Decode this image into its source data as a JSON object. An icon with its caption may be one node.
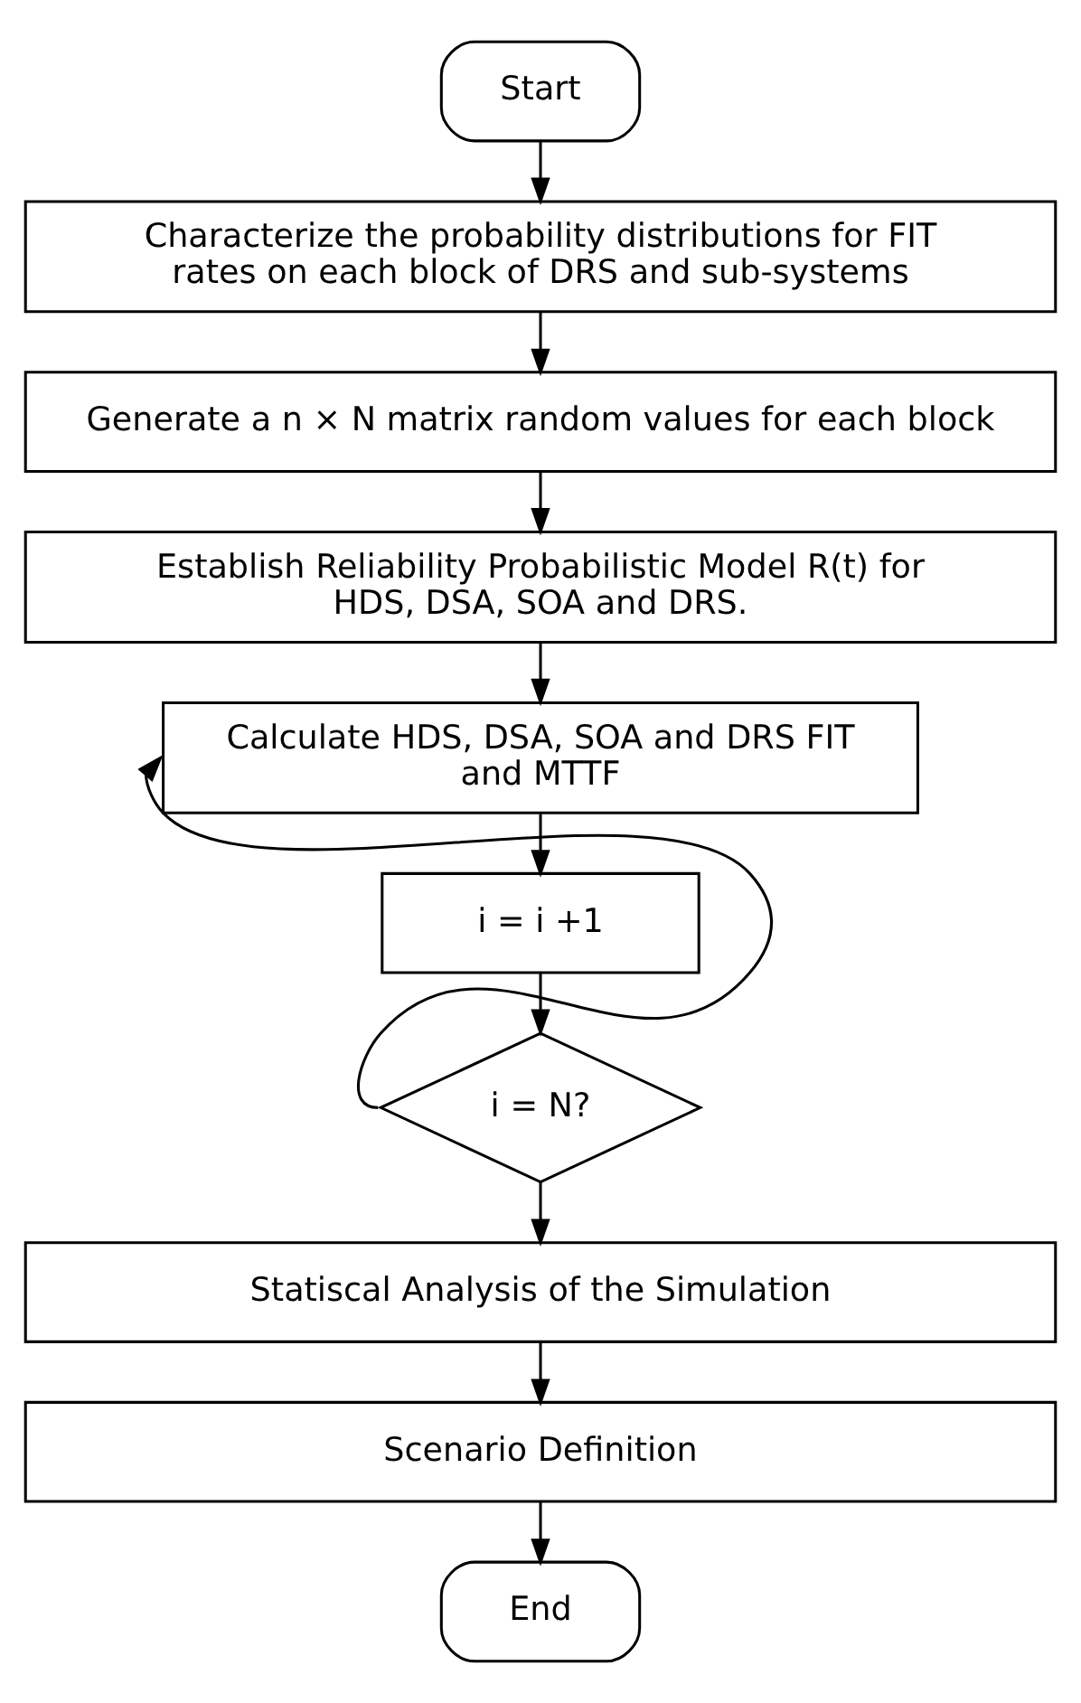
{
  "diagram": {
    "nodes": [
      {
        "text": [
          "Start"
        ]
      },
      {
        "text": [
          "Characterize the probability distributions for FIT rates on each block of DRS and sub-systems"
        ]
      },
      {
        "text": [
          "Generate a n × N matrix random values for each block"
        ]
      },
      {
        "text": [
          "Establish Reliability Probabilistic Model R(t) for HDS, DSA, SOA and DRS."
        ]
      },
      {
        "text": [
          "Calculate HDS, DSA, SOA and DRS FIT and MTTF"
        ]
      },
      {
        "text": [
          "i = i +1"
        ]
      },
      {
        "text": [
          "i = N?"
        ]
      },
      {
        "text": [
          "Statiscal Analysis of the Simulation"
        ]
      },
      {
        "text": [
          "Scenario Definition"
        ]
      },
      {
        "text": [
          "End"
        ]
      }
    ],
    "edges": [
      {
        "from": 0,
        "to": 1,
        "arrow": "to"
      },
      {
        "from": 1,
        "to": 2,
        "arrow": "to"
      },
      {
        "from": 2,
        "to": 3,
        "arrow": "to"
      },
      {
        "from": 3,
        "to": 4,
        "arrow": "to"
      },
      {
        "from": 4,
        "to": 5,
        "arrow": "to"
      },
      {
        "from": 5,
        "to": 6,
        "arrow": "to"
      },
      {
        "from": 6,
        "to": 4,
        "arrow": "to"
      },
      {
        "from": 6,
        "to": 7,
        "arrow": "to"
      },
      {
        "from": 7,
        "to": 8,
        "arrow": "to"
      },
      {
        "from": 8,
        "to": 9,
        "arrow": "to"
      }
    ]
  }
}
